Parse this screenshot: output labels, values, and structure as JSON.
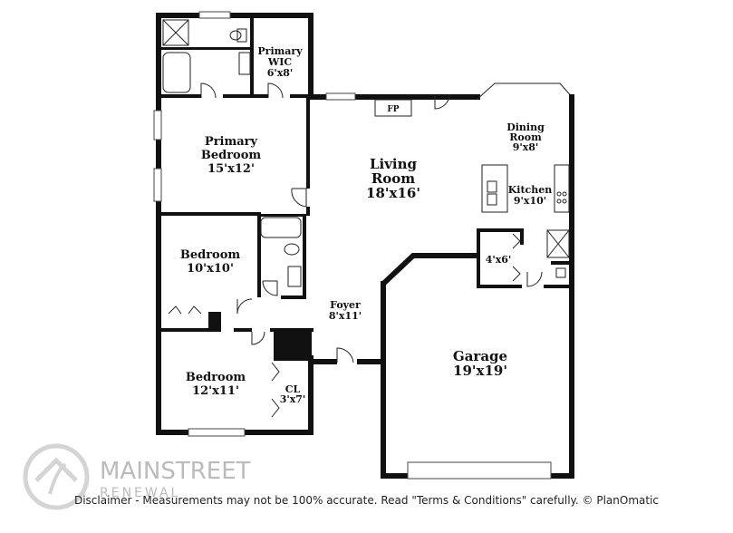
{
  "rooms": {
    "primary_wic": {
      "name_1": "Primary",
      "name_2": "WIC",
      "size": "6'x8'"
    },
    "primary_bedroom": {
      "name_1": "Primary",
      "name_2": "Bedroom",
      "size": "15'x12'"
    },
    "living_room": {
      "name_1": "Living",
      "name_2": "Room",
      "size": "18'x16'"
    },
    "dining_room": {
      "name_1": "Dining",
      "name_2": "Room",
      "size": "9'x8'"
    },
    "kitchen": {
      "name": "Kitchen",
      "size": "9'x10'"
    },
    "bedroom_2": {
      "name": "Bedroom",
      "size": "10'x10'"
    },
    "laundry": {
      "size": "4'x6'"
    },
    "foyer": {
      "name": "Foyer",
      "size": "8'x11'"
    },
    "garage": {
      "name": "Garage",
      "size": "19'x19'"
    },
    "bedroom_3": {
      "name": "Bedroom",
      "size": "12'x11'"
    },
    "closet": {
      "name": "CL",
      "size": "3'x7'"
    }
  },
  "fireplace": "FP",
  "logo": {
    "line1": "MAINSTREET",
    "line2": "RENEWAL"
  },
  "disclaimer": "Disclaimer - Measurements may not be 100% accurate. Read \"Terms & Conditions\" carefully. © PlanOmatic"
}
